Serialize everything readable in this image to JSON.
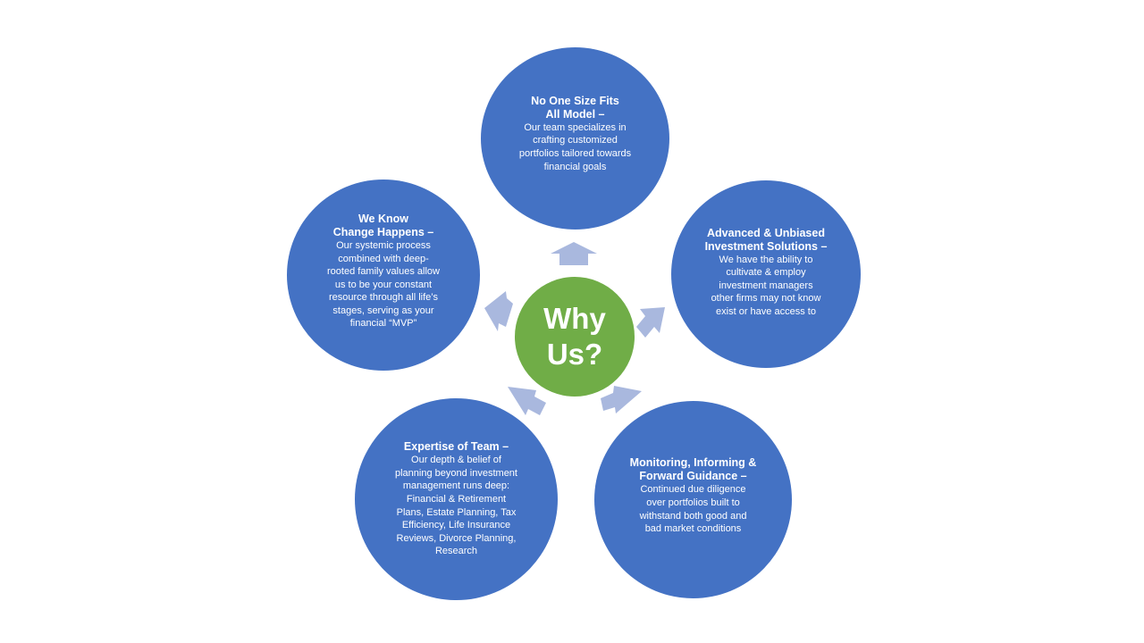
{
  "center": {
    "label": "Why\nUs?"
  },
  "nodes": {
    "top": {
      "title": "No One Size Fits\nAll Model –",
      "body": "Our team  specializes in\ncrafting customized\nportfolios tailored towards\nfinancial goals"
    },
    "right": {
      "title": "Advanced & Unbiased\nInvestment Solutions –",
      "body": "We have the ability to\ncultivate & employ\ninvestment managers\nother firms may not know\nexist or have access to"
    },
    "bottom_right": {
      "title": "Monitoring, Informing &\nForward Guidance –",
      "body": "Continued due diligence\nover portfolios built to\nwithstand both good and\nbad market conditions"
    },
    "bottom_left": {
      "title": "Expertise of Team –",
      "body": "Our depth  & belief of\nplanning beyond investment\nmanagement  runs deep:\nFinancial & Retirement\nPlans, Estate Planning, Tax\nEfficiency, Life Insurance\nReviews,  Divorce Planning,\nResearch"
    },
    "left": {
      "title": "We Know\nChange Happens –",
      "body": "Our systemic process\ncombined with deep-\nrooted family values allow\nus to be your constant\nresource through all life’s\nstages, serving as your\nfinancial “MVP”"
    }
  },
  "colors": {
    "node_fill": "#4472c4",
    "center_fill": "#70ad47",
    "arrow_fill": "#a9b8de",
    "text": "#ffffff"
  }
}
